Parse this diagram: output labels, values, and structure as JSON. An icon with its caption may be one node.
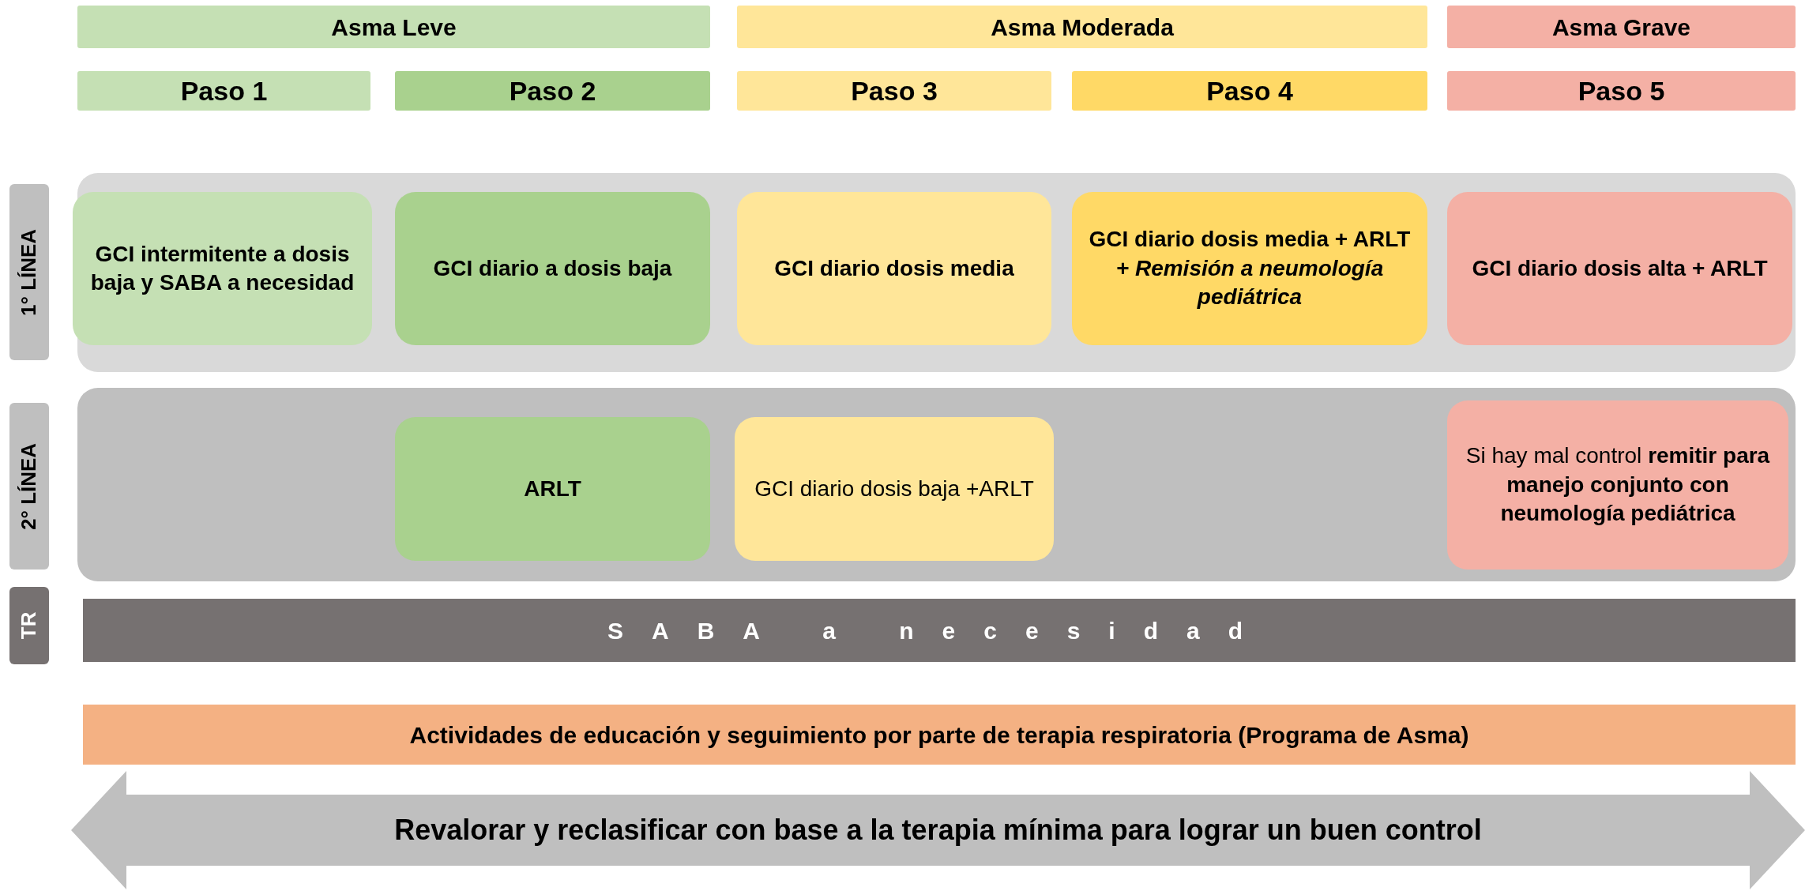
{
  "diagram": {
    "nodes": [
      {
        "text": [
          "Asma Leve"
        ]
      },
      {
        "text": [
          "Asma Moderada"
        ]
      },
      {
        "text": [
          "Asma Grave"
        ]
      },
      {
        "text": [
          "Paso 1"
        ]
      },
      {
        "text": [
          "Paso 2"
        ]
      },
      {
        "text": [
          "Paso 3"
        ]
      },
      {
        "text": [
          "Paso 4"
        ]
      },
      {
        "text": [
          "Paso 5"
        ]
      },
      {
        "text": [
          "1° LÍNEA"
        ]
      },
      {
        "text": [],
        "shape": "box"
      },
      {
        "text": [
          "GCI intermitente a dosis baja y SABA  a necesidad"
        ],
        "in": 9
      },
      {
        "text": [
          "GCI diario a dosis baja"
        ],
        "in": 9
      },
      {
        "text": [
          "GCI diario dosis media"
        ],
        "in": 9
      },
      {
        "text": [
          "GCI diario dosis media + ARLT *+ Remisión a neumología pediátrica*"
        ],
        "in": 9
      },
      {
        "text": [
          "GCI diario dosis alta + ARLT"
        ],
        "in": 9
      },
      {
        "text": [
          "2° LÍNEA"
        ]
      },
      {
        "text": [],
        "shape": "box"
      },
      {
        "text": [
          "ARLT"
        ],
        "in": 16
      },
      {
        "text": [
          "GCI diario dosis baja +ARLT"
        ],
        "in": 16
      },
      {
        "text": [
          "Si hay mal control **remitir para manejo conjunto con neumología pediátrica**"
        ],
        "in": 16
      },
      {
        "text": [
          "TR"
        ]
      },
      {
        "text": [
          "SABA a necesidad"
        ]
      },
      {
        "text": [
          "Actividades de educación y seguimiento por parte de terapia respiratoria (Programa de Asma)"
        ]
      },
      {
        "text": [
          "Revalorar y reclasificar con base a la terapia mínima para lograr un buen control"
        ]
      }
    ]
  }
}
